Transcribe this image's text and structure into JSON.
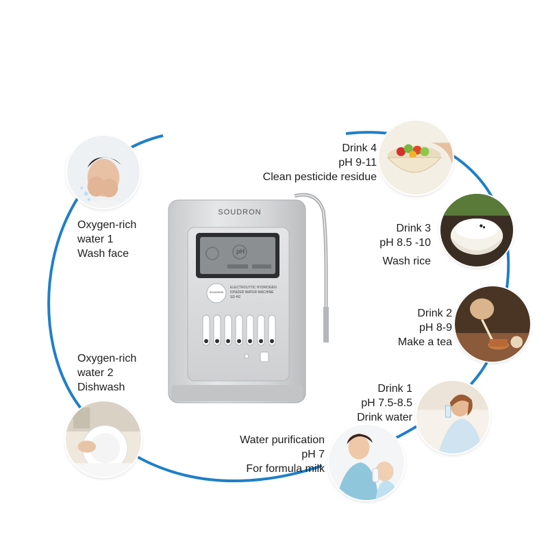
{
  "colors": {
    "arc": "#1f7fc8",
    "machine_body": "#d7d8da",
    "machine_panel": "#c9cbcd",
    "screen": "#8c8f92"
  },
  "device": {
    "brand": "SOUDRON",
    "badge": "SOUDRON",
    "model_line1": "ELECTROLYTIC HYDROGEN",
    "model_line2": "IONIZER WATER MACHINE",
    "model_code": "SD-H2",
    "screen_text": "pH"
  },
  "left_uses": [
    {
      "lines": [
        "Oxygen-rich",
        "water 1",
        "Wash face"
      ],
      "icon": "wash-face-photo"
    },
    {
      "lines": [
        "Oxygen-rich",
        "water 2",
        "Dishwash"
      ],
      "icon": "dishwash-photo"
    }
  ],
  "right_uses": [
    {
      "lines": [
        "Drink  4",
        "pH 9-11",
        "Clean pesticide residue"
      ],
      "icon": "fruit-bowl-photo"
    },
    {
      "lines": [
        "Drink 3",
        "pH 8.5 -10",
        "Wash rice"
      ],
      "icon": "rice-bowl-photo"
    },
    {
      "lines": [
        "Drink  2",
        "pH 8-9",
        "Make a tea"
      ],
      "icon": "tea-photo"
    },
    {
      "lines": [
        "Drink  1",
        "pH 7.5-8.5",
        "Drink water"
      ],
      "icon": "drinking-water-photo"
    },
    {
      "lines": [
        "Water purification",
        "pH 7",
        "For formula milk"
      ],
      "icon": "baby-formula-photo"
    }
  ]
}
